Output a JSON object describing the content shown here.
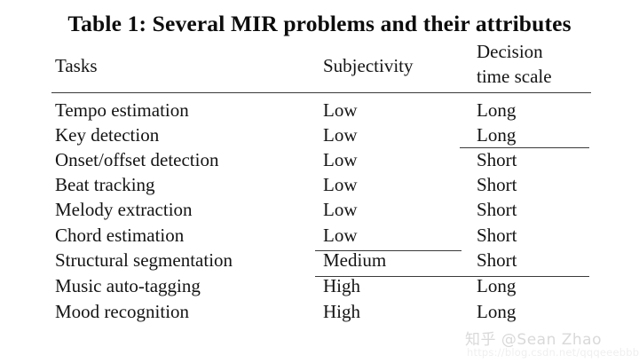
{
  "caption": "Table 1: Several MIR problems and their attributes",
  "table": {
    "headers": {
      "tasks": "Tasks",
      "subjectivity": "Subjectivity",
      "decision_line1": "Decision",
      "decision_line2": "time scale"
    },
    "rows": [
      {
        "task": "Tempo estimation",
        "subjectivity": "Low",
        "decision_time_scale": "Long"
      },
      {
        "task": "Key detection",
        "subjectivity": "Low",
        "decision_time_scale": "Long"
      },
      {
        "task": "Onset/offset detection",
        "subjectivity": "Low",
        "decision_time_scale": "Short"
      },
      {
        "task": "Beat tracking",
        "subjectivity": "Low",
        "decision_time_scale": "Short"
      },
      {
        "task": "Melody extraction",
        "subjectivity": "Low",
        "decision_time_scale": "Short"
      },
      {
        "task": "Chord estimation",
        "subjectivity": "Low",
        "decision_time_scale": "Short"
      },
      {
        "task": "Structural segmentation",
        "subjectivity": "Medium",
        "decision_time_scale": "Short"
      },
      {
        "task": "Music auto-tagging",
        "subjectivity": "High",
        "decision_time_scale": "Long"
      },
      {
        "task": "Mood recognition",
        "subjectivity": "High",
        "decision_time_scale": "Long"
      }
    ]
  },
  "watermark": {
    "brand": "知乎 @Sean Zhao",
    "url": "https://blog.csdn.net/qqqeeebbb"
  },
  "colors": {
    "background": "#ffffff",
    "text": "#141414",
    "rule": "#3a3a3a",
    "watermark": "#d9d9d9"
  }
}
